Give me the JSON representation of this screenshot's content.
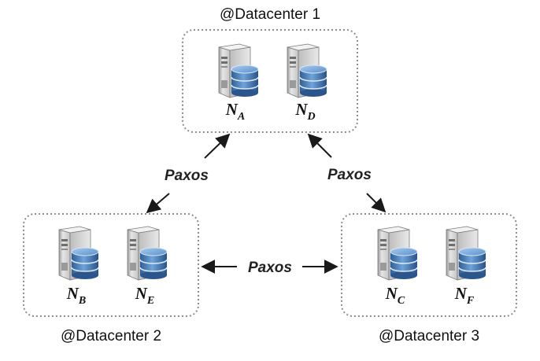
{
  "datacenters": [
    {
      "label": "@Datacenter 1",
      "nodes": [
        {
          "name": "N",
          "sub": "A"
        },
        {
          "name": "N",
          "sub": "D"
        }
      ]
    },
    {
      "label": "@Datacenter 2",
      "nodes": [
        {
          "name": "N",
          "sub": "B"
        },
        {
          "name": "N",
          "sub": "E"
        }
      ]
    },
    {
      "label": "@Datacenter 3",
      "nodes": [
        {
          "name": "N",
          "sub": "C"
        },
        {
          "name": "N",
          "sub": "F"
        }
      ]
    }
  ],
  "links": [
    {
      "label": "Paxos"
    },
    {
      "label": "Paxos"
    },
    {
      "label": "Paxos"
    }
  ]
}
